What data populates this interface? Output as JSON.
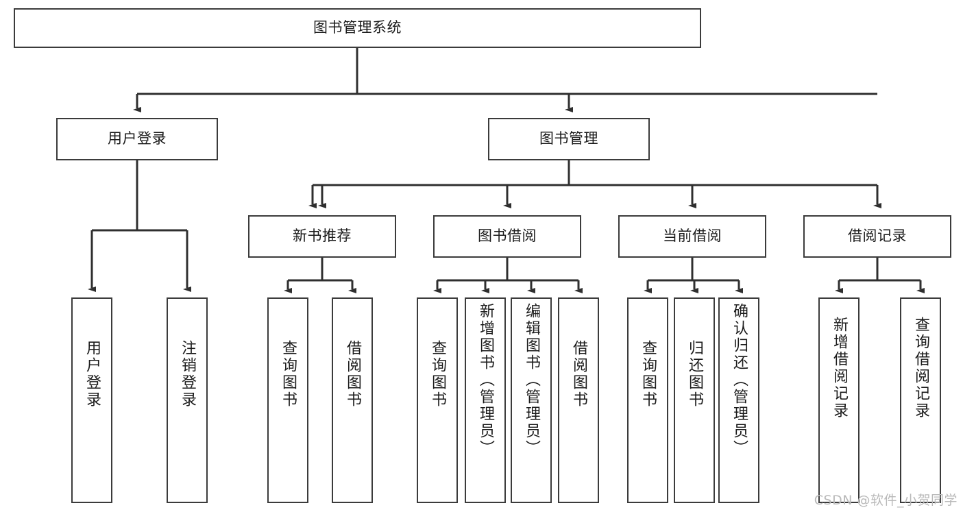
{
  "diagram": {
    "type": "tree-hierarchy",
    "title": "图书管理系统",
    "watermark": "CSDN @软件_小贺同学",
    "colors": {
      "stroke": "#3b3b3b",
      "fill": "#ffffff",
      "text": "#1b1b1b",
      "watermark": "#b9b9b9"
    },
    "nodes": {
      "root": {
        "label": "图书管理系统"
      },
      "level1": [
        {
          "label": "用户登录"
        },
        {
          "label": "图书管理"
        }
      ],
      "level2": [
        {
          "label": "新书推荐"
        },
        {
          "label": "图书借阅"
        },
        {
          "label": "当前借阅"
        },
        {
          "label": "借阅记录"
        }
      ],
      "leaves": {
        "user_login": [
          {
            "label": "用户登录"
          },
          {
            "label": "注销登录"
          }
        ],
        "new_book_recommend": [
          {
            "label": "查询图书"
          },
          {
            "label": "借阅图书"
          }
        ],
        "book_borrow": [
          {
            "label": "查询图书"
          },
          {
            "label": "新增图书（管理员）"
          },
          {
            "label": "编辑图书（管理员）"
          },
          {
            "label": "借阅图书"
          }
        ],
        "current_borrow": [
          {
            "label": "查询图书"
          },
          {
            "label": "归还图书"
          },
          {
            "label": "确认归还（管理员）"
          }
        ],
        "borrow_record": [
          {
            "label": "新增借阅记录"
          },
          {
            "label": "查询借阅记录"
          }
        ]
      }
    }
  }
}
